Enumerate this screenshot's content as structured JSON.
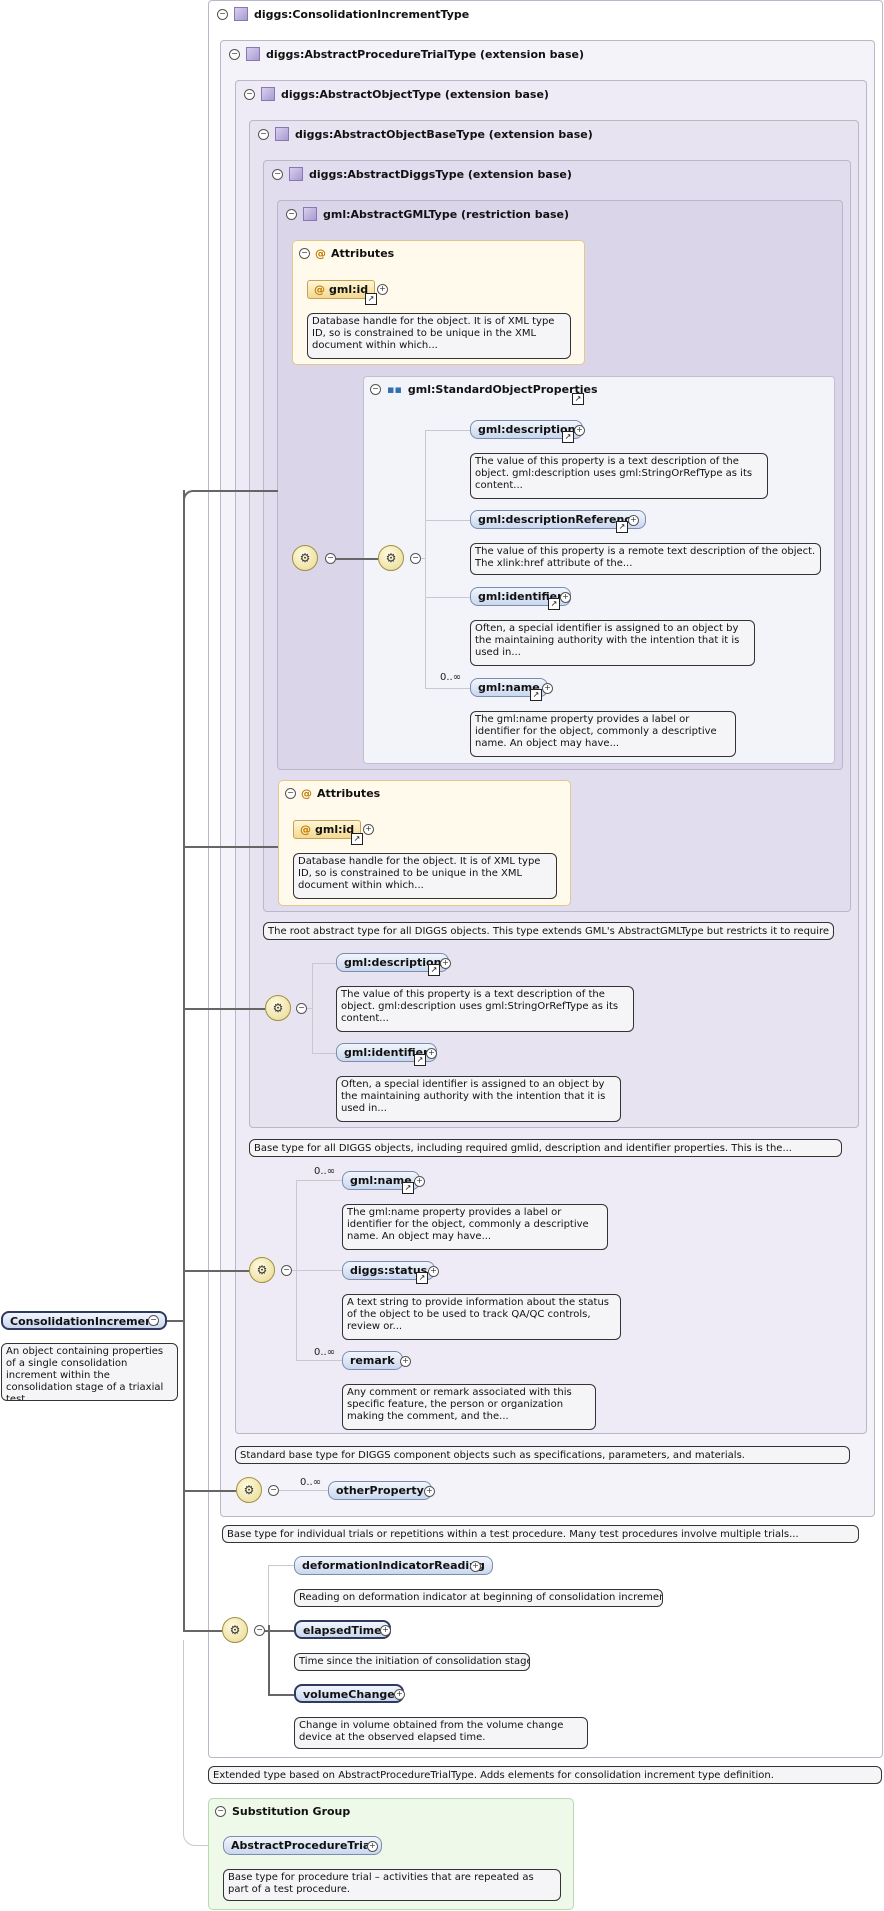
{
  "types": {
    "consolidation_increment_type": "diggs:ConsolidationIncrementType",
    "abstract_procedure_trial_type": "diggs:AbstractProcedureTrialType (extension base)",
    "abstract_object_type": "diggs:AbstractObjectType (extension base)",
    "abstract_object_base_type": "diggs:AbstractObjectBaseType (extension base)",
    "abstract_diggs_type": "diggs:AbstractDiggsType (extension base)",
    "abstract_gml_type": "gml:AbstractGMLType (restriction base)"
  },
  "attributes_label": "Attributes",
  "gml_id": "gml:id",
  "gml_id_doc": "Database handle for the object. It is of XML type ID, so is constrained to be unique in the XML document within which...",
  "standard_object_properties": "gml:StandardObjectProperties",
  "elements": {
    "description": "gml:description",
    "description_doc": "The value of this property is a text description of the object. gml:description uses gml:StringOrRefType as its content...",
    "description_reference": "gml:descriptionReference",
    "description_reference_doc": "The value of this property is a remote text description of the object. The xlink:href attribute of the...",
    "identifier": "gml:identifier",
    "identifier_doc": "Often, a special identifier is assigned to an object by the maintaining authority with the intention that it is used in...",
    "name": "gml:name",
    "name_doc": "The gml:name property provides a label or identifier for the object, commonly a descriptive name. An object may have...",
    "status": "diggs:status",
    "status_doc": "A text string to provide information about the status of the object to be used to track QA/QC controls, review or...",
    "remark": "remark",
    "remark_doc": "Any comment or remark associated with this specific feature, the person or organization making the comment, and the...",
    "other_property": "otherProperty",
    "deformation_indicator_reading": "deformationIndicatorReading",
    "deformation_indicator_reading_doc": "Reading on deformation indicator at beginning of consolidation increment.",
    "elapsed_time": "elapsedTime",
    "elapsed_time_doc": "Time since the initiation of consolidation stage",
    "volume_change": "volumeChange",
    "volume_change_doc": "Change in volume obtained from the volume change device at the observed elapsed time."
  },
  "cardinality": "0..∞",
  "type_docs": {
    "diggs_type": "The root abstract type for all DIGGS objects. This type extends GML's AbstractGMLType but restricts it to require a...",
    "object_base_type": "Base type for all DIGGS objects, including required gmlid, description and identifier properties. This is the...",
    "object_type": "Standard base type for DIGGS component objects such as specifications, parameters, and materials.",
    "procedure_trial_type": "Base type for individual trials or repetitions within a test procedure. Many test procedures involve multiple trials...",
    "consolidation_type": "Extended type based on AbstractProcedureTrialType. Adds elements for consolidation increment type definition."
  },
  "root": {
    "name": "ConsolidationIncrement",
    "doc": "An object containing properties of a single consolidation increment within the consolidation stage of a triaxial test..."
  },
  "substitution_group": {
    "title": "Substitution Group",
    "element": "AbstractProcedureTrial",
    "doc": "Base type for procedure trial – activities that are repeated as part of a test procedure."
  }
}
